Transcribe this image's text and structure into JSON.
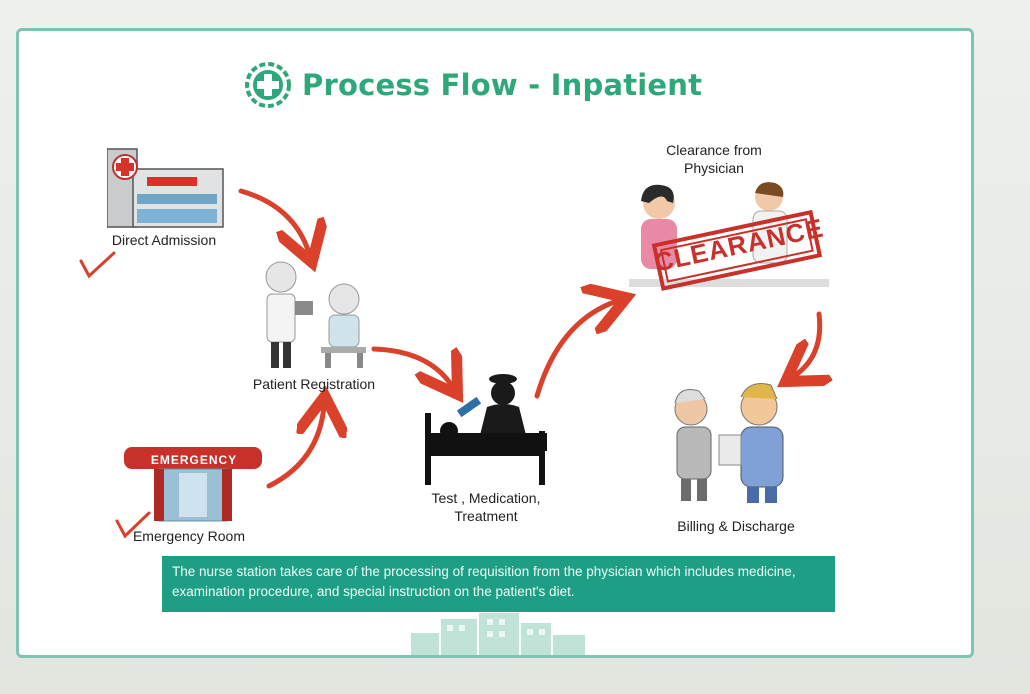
{
  "title": "Process Flow - Inpatient",
  "steps": {
    "direct_admission": "Direct  Admission",
    "patient_registration": "Patient Registration",
    "emergency_room": "Emergency Room",
    "treatment": "Test , Medication, Treatment",
    "clearance": "Clearance from Physician",
    "billing": "Billing & Discharge"
  },
  "signs": {
    "emergency": "EMERGENCY",
    "clearance": "CLEARANCE"
  },
  "note": "The nurse station takes care of the processing of requisition from the physician which includes medicine, examination procedure, and special instruction on the patient's diet.",
  "colors": {
    "title_green": "#2ea878",
    "arrow_red": "#d9412b",
    "note_teal": "#1f9e86",
    "frame_border": "#7cc5b4"
  }
}
